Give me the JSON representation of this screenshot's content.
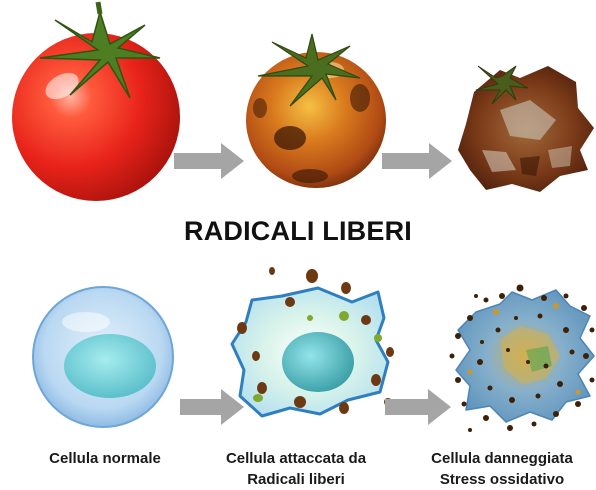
{
  "title": "RADICALI LIBERI",
  "captions": {
    "normal": {
      "line1": "Cellula normale"
    },
    "attacked": {
      "line1": "Cellula attaccata da",
      "line2": "Radicali liberi"
    },
    "damaged": {
      "line1": "Cellula danneggiata",
      "line2": "Stress ossidativo"
    }
  },
  "colors": {
    "arrow": "#a5a5a5",
    "tomato_fresh": "#e8231a",
    "tomato_aging": "#c8631c",
    "tomato_rotten": "#7a3a18",
    "cell_membrane": "#2f7fc0",
    "radical": "#6b3a12"
  },
  "icons": {
    "arrow": "right-arrow-icon"
  }
}
